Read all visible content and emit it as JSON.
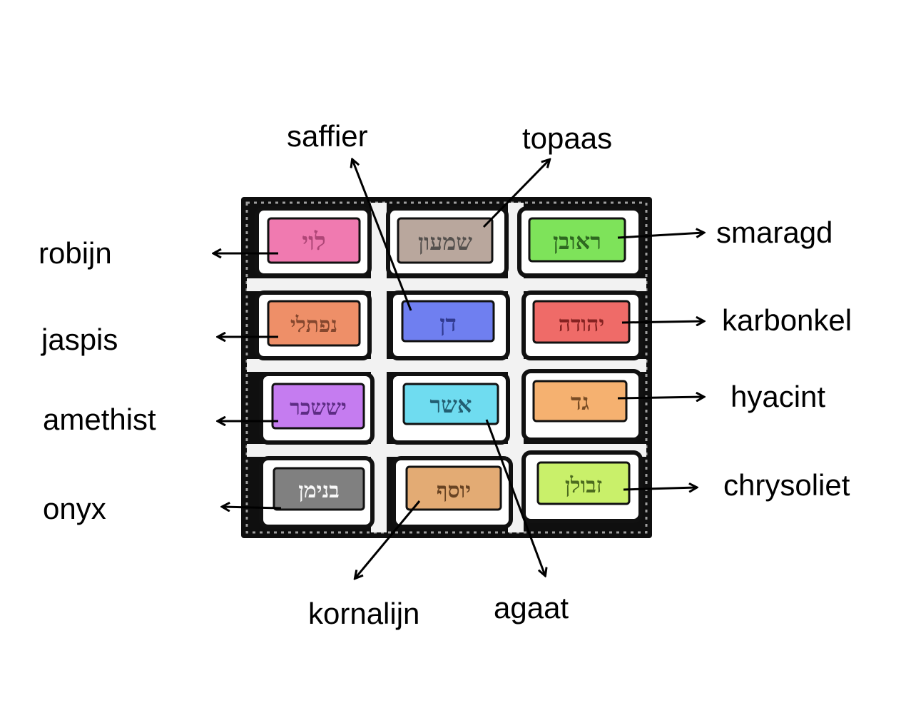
{
  "labels": {
    "robijn": "robijn",
    "jaspis": "jaspis",
    "amethist": "amethist",
    "onyx": "onyx",
    "saffier": "saffier",
    "topaas": "topaas",
    "smaragd": "smaragd",
    "karbonkel": "karbonkel",
    "hyacint": "hyacint",
    "chrysoliet": "chrysoliet",
    "kornalijn": "kornalijn",
    "agaat": "agaat"
  },
  "stones": [
    {
      "text": "לוי",
      "color": "#f07ab0"
    },
    {
      "text": "שמעון",
      "color": "#b9a79d"
    },
    {
      "text": "ראובן",
      "color": "#7ee35a"
    },
    {
      "text": "נפתלי",
      "color": "#ee8f68"
    },
    {
      "text": "דן",
      "color": "#6f7ff0"
    },
    {
      "text": "יהודה",
      "color": "#ef6b68"
    },
    {
      "text": "יששכר",
      "color": "#c57cf0"
    },
    {
      "text": "אשר",
      "color": "#6fdcf0"
    },
    {
      "text": "גד",
      "color": "#f5b170"
    },
    {
      "text": "בנימן",
      "color": "#808080"
    },
    {
      "text": "יוסף",
      "color": "#e3ab74"
    },
    {
      "text": "זבולן",
      "color": "#c9f06a"
    }
  ]
}
